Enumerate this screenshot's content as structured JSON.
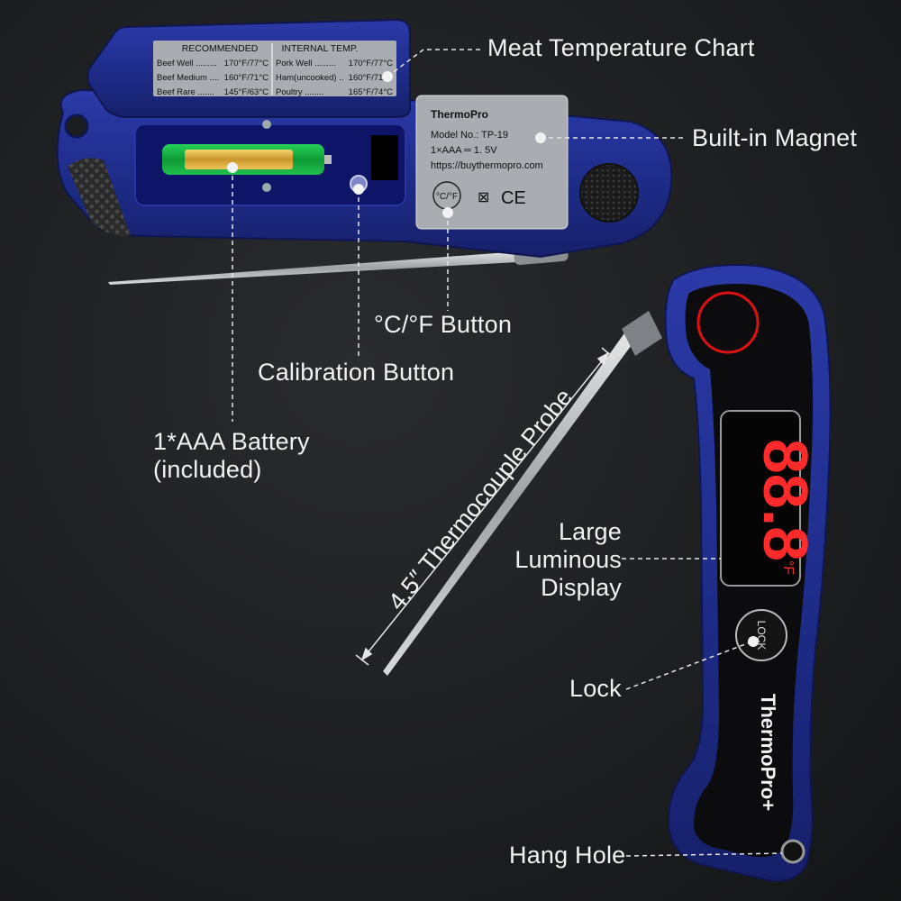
{
  "callouts": {
    "meat_chart": "Meat Temperature Chart",
    "magnet": "Built-in Magnet",
    "cf_button": "°C/°F Button",
    "calibration": "Calibration Button",
    "battery_line1": "1*AAA Battery",
    "battery_line2": "(included)",
    "probe": "4.5″ Thermocouple Probe",
    "display_line1": "Large",
    "display_line2": "Luminous",
    "display_line3": "Display",
    "lock": "Lock",
    "hang_hole": "Hang Hole"
  },
  "temp_chart": {
    "header_left": "RECOMMENDED",
    "header_right": "INTERNAL TEMP.",
    "rows_left": [
      {
        "item": "Beef Well",
        "dots": ".........",
        "temp": "170°F/77°C"
      },
      {
        "item": "Beef Medium",
        "dots": "....",
        "temp": "160°F/71°C"
      },
      {
        "item": "Beef Rare",
        "dots": ".......",
        "temp": "145°F/63°C"
      }
    ],
    "rows_right": [
      {
        "item": "Pork Well",
        "dots": ".........",
        "temp": "170°F/77°C"
      },
      {
        "item": "Ham(uncooked)",
        "dots": "..",
        "temp": "160°F/71°C"
      },
      {
        "item": "Poultry",
        "dots": "........",
        "temp": "165°F/74°C"
      }
    ]
  },
  "label_plate": {
    "brand": "ThermoPro",
    "model": "Model No.:  TP-19",
    "battery": "1×AAA ═ 1. 5V",
    "url": "https://buythermopro.com",
    "cf_key": "°C/°F",
    "ce_mark": "CE"
  },
  "device": {
    "display_digits": "88.8",
    "unit_mark": "°F",
    "lock_label": "LOCK",
    "brand": "ThermoPro+"
  },
  "colors": {
    "body_blue": "#1f2d8c",
    "display_red": "#ff2a2a",
    "background": "#1d1e20",
    "label_gray": "#a9acb0"
  }
}
